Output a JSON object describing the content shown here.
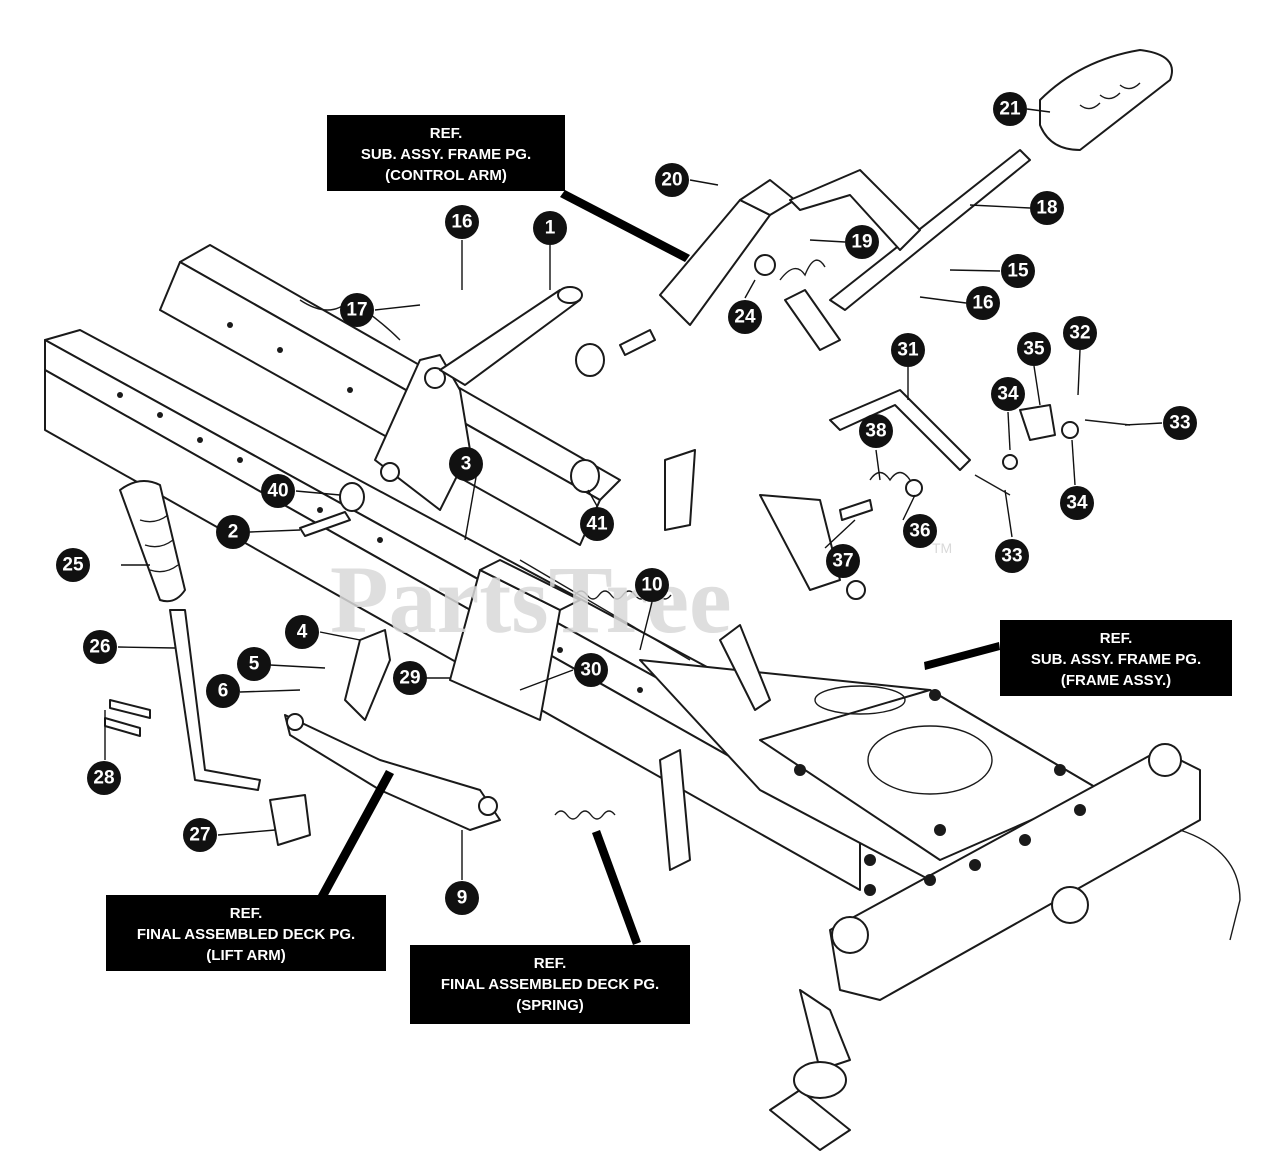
{
  "watermark": {
    "text": "PartsTree",
    "tm": "TM"
  },
  "ref_boxes": {
    "control_arm": {
      "line1": "REF.",
      "line2": "SUB. ASSY. FRAME PG.",
      "line3": "(CONTROL ARM)"
    },
    "frame_assy": {
      "line1": "REF.",
      "line2": "SUB. ASSY. FRAME PG.",
      "line3": "(FRAME ASSY.)"
    },
    "lift_arm": {
      "line1": "REF.",
      "line2": "FINAL ASSEMBLED DECK PG.",
      "line3": "(LIFT ARM)"
    },
    "spring": {
      "line1": "REF.",
      "line2": "FINAL ASSEMBLED DECK PG.",
      "line3": "(SPRING)"
    }
  },
  "callouts": [
    "1",
    "2",
    "3",
    "4",
    "5",
    "6",
    "9",
    "10",
    "15",
    "16",
    "16",
    "17",
    "18",
    "19",
    "20",
    "21",
    "24",
    "25",
    "26",
    "27",
    "28",
    "29",
    "30",
    "31",
    "32",
    "33",
    "33",
    "34",
    "34",
    "35",
    "36",
    "37",
    "38",
    "40",
    "41"
  ]
}
